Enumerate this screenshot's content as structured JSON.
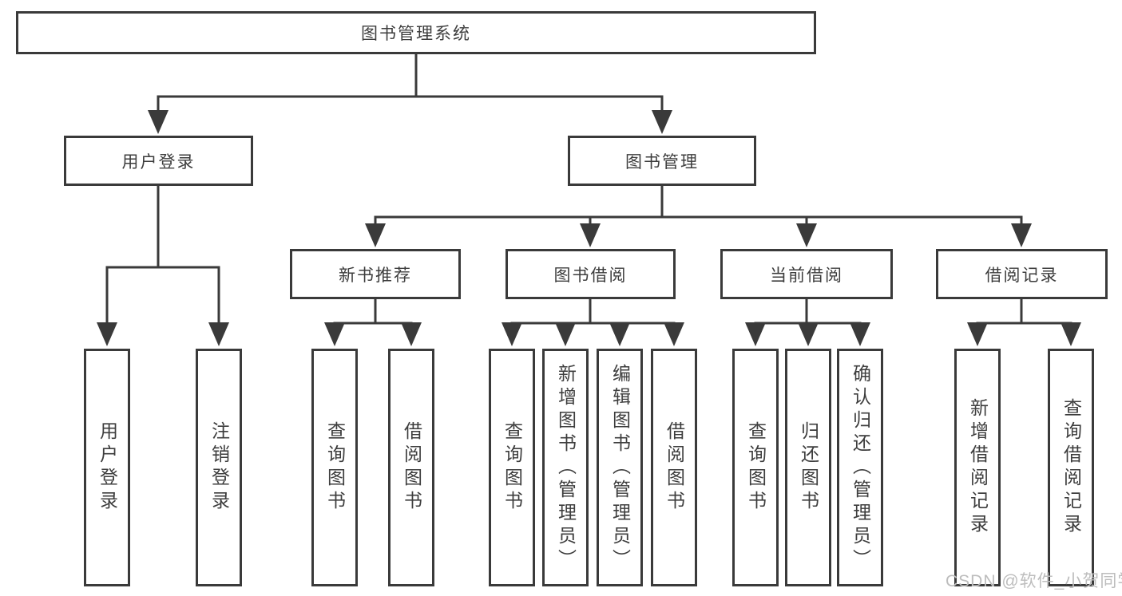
{
  "diagram": {
    "colors": {
      "line": "#3a3a3a",
      "box_border": "#3a3a3a",
      "text": "#3d3d3d",
      "watermark": "#bdbdbd",
      "background": "#ffffff"
    },
    "root": {
      "label": "图书管理系统"
    },
    "branches": [
      {
        "label": "用户登录",
        "children": [
          {
            "label": "用户登录"
          },
          {
            "label": "注销登录"
          }
        ]
      },
      {
        "label": "图书管理",
        "groups": [
          {
            "label": "新书推荐",
            "children": [
              {
                "label": "查询图书"
              },
              {
                "label": "借阅图书"
              }
            ]
          },
          {
            "label": "图书借阅",
            "children": [
              {
                "label": "查询图书"
              },
              {
                "label": "新增图书（管理员）"
              },
              {
                "label": "编辑图书（管理员）"
              },
              {
                "label": "借阅图书"
              }
            ]
          },
          {
            "label": "当前借阅",
            "children": [
              {
                "label": "查询图书"
              },
              {
                "label": "归还图书"
              },
              {
                "label": "确认归还（管理员）"
              }
            ]
          },
          {
            "label": "借阅记录",
            "children": [
              {
                "label": "新增借阅记录"
              },
              {
                "label": "查询借阅记录"
              }
            ]
          }
        ]
      }
    ],
    "watermark": "CSDN @软件_小贺同学"
  }
}
